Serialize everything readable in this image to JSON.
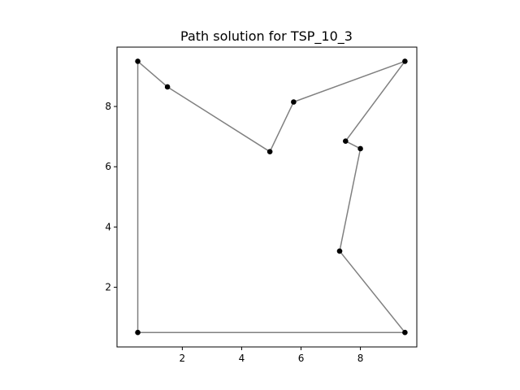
{
  "chart_data": {
    "type": "line",
    "title": "Path solution for TSP_10_3",
    "xlabel": "",
    "ylabel": "",
    "xlim": [
      -0.2,
      9.9
    ],
    "ylim": [
      0.02,
      9.97
    ],
    "xticks": [
      2,
      4,
      6,
      8
    ],
    "yticks": [
      2,
      4,
      6,
      8
    ],
    "grid": false,
    "legend": "none",
    "line_color": "#808080",
    "marker_color": "#000000",
    "path": {
      "x": [
        0.5,
        9.5,
        7.3,
        8.0,
        7.5,
        9.5,
        5.75,
        4.95,
        1.5,
        0.5,
        0.5
      ],
      "y": [
        0.5,
        0.5,
        3.2,
        6.6,
        6.85,
        9.5,
        8.15,
        6.5,
        8.65,
        9.5,
        0.5
      ]
    },
    "points": {
      "x": [
        0.5,
        9.5,
        7.3,
        8.0,
        7.5,
        9.5,
        5.75,
        4.95,
        1.5,
        0.5
      ],
      "y": [
        0.5,
        0.5,
        3.2,
        6.6,
        6.85,
        9.5,
        8.15,
        6.5,
        8.65,
        9.5
      ]
    }
  }
}
